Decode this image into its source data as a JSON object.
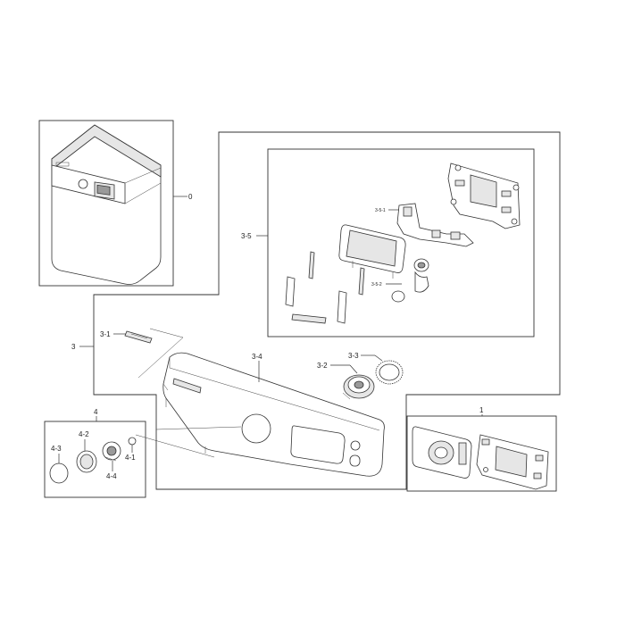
{
  "labels": {
    "washer": "0",
    "control_panel_assy": "3",
    "panel_insert": "3-1",
    "knob": "3-2",
    "knob_ring": "3-3",
    "control_panel": "3-4",
    "pcb_frame_assy": "3-5",
    "pcb_frame_sub1": "3-5-1",
    "pcb_frame_sub2": "3-5-2",
    "dial_assy": "4",
    "dial_part1": "4-1",
    "dial_part2": "4-2",
    "dial_part3": "4-3",
    "dial_part4": "4-4",
    "pcb_assy": "1"
  }
}
